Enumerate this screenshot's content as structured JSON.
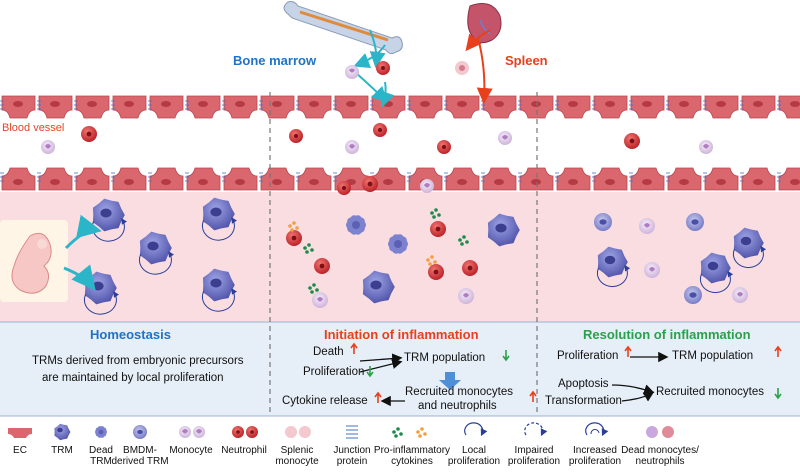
{
  "sources": {
    "bone_marrow": "Bone marrow",
    "spleen": "Spleen"
  },
  "vessel_label": "Blood vessel",
  "panels": {
    "homeostasis": {
      "title": "Homeostasis",
      "title_color": "#1e73c8",
      "text_line1": "TRMs derived from embryonic precursors",
      "text_line2": "are maintained by local proliferation"
    },
    "initiation": {
      "title": "Initiation of inflammation",
      "title_color": "#e8401c",
      "death": "Death",
      "proliferation": "Proliferation",
      "trm_population": "TRM population",
      "recruited_line1": "Recruited monocytes",
      "recruited_line2": "and neutrophils",
      "cytokine_release": "Cytokine release"
    },
    "resolution": {
      "title": "Resolution of inflammation",
      "title_color": "#2aa14a",
      "proliferation": "Proliferation",
      "trm_population": "TRM population",
      "apoptosis": "Apoptosis",
      "transformation": "Transformation",
      "recruited": "Recruited monocytes"
    }
  },
  "legend": [
    {
      "line1": "EC",
      "line2": ""
    },
    {
      "line1": "TRM",
      "line2": ""
    },
    {
      "line1": "Dead",
      "line2": "TRM"
    },
    {
      "line1": "BMDM-",
      "line2": "derived TRM"
    },
    {
      "line1": "Monocyte",
      "line2": ""
    },
    {
      "line1": "Neutrophil",
      "line2": ""
    },
    {
      "line1": "Splenic",
      "line2": "monocyte"
    },
    {
      "line1": "Junction",
      "line2": "protein"
    },
    {
      "line1": "Pro-inflammatory",
      "line2": "cytokines"
    },
    {
      "line1": "Local",
      "line2": "proliferation"
    },
    {
      "line1": "Impaired",
      "line2": "proliferation"
    },
    {
      "line1": "Increased",
      "line2": "proliferation"
    },
    {
      "line1": "Dead monocytes/",
      "line2": "neutrophils"
    }
  ],
  "colors": {
    "up_arrow": "#e8401c",
    "down_arrow": "#2aa14a",
    "vessel_cell": "#d9676d",
    "tissue": "#f9dde1",
    "info_box": "#e6eef7"
  },
  "icons": [
    "bone-icon",
    "spleen-icon",
    "embryo-icon",
    "trm-cell-icon",
    "neutrophil-icon",
    "monocyte-icon"
  ]
}
